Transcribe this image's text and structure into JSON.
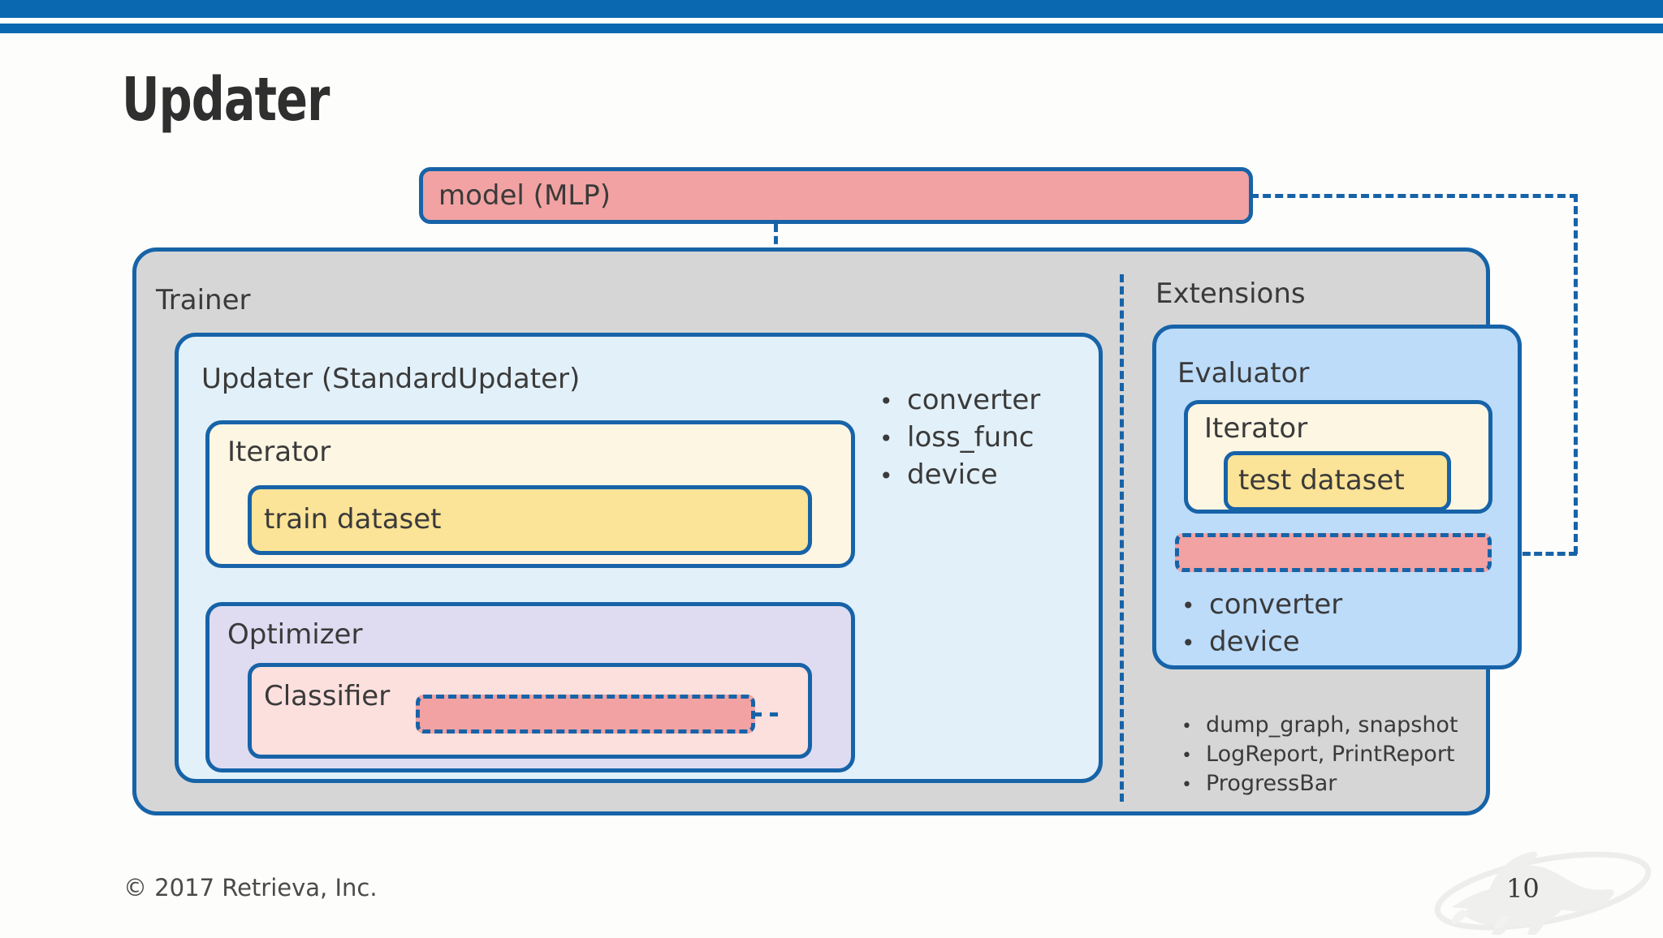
{
  "slide": {
    "title": "Updater",
    "page_number": "10",
    "copyright": "© 2017 Retrieva, Inc."
  },
  "colors": {
    "accent_blue": "#1763a8",
    "topbar_blue": "#0a68b0",
    "model_pink": "#f2a2a2",
    "trainer_grey": "#d6d6d6",
    "updater_blue": "#e2f0f9",
    "iterator_ivory": "#fdf6e3",
    "dataset_yellow": "#fbe397",
    "optimizer_lavender": "#dfdcf2",
    "classifier_pink": "#fbe0de",
    "evaluator_blue": "#bcdcfa",
    "text_grey": "#3a3a3a"
  },
  "diagram": {
    "model": {
      "label": "model (MLP)"
    },
    "trainer": {
      "label": "Trainer",
      "updater": {
        "label": "Updater (StandardUpdater)",
        "iterator": {
          "label": "Iterator",
          "dataset": {
            "label": "train dataset"
          }
        },
        "optimizer": {
          "label": "Optimizer",
          "classifier": {
            "label": "Classifier",
            "model_ref": {
              "label": ""
            }
          }
        },
        "attributes": [
          "converter",
          "loss_func",
          "device"
        ]
      }
    },
    "extensions": {
      "label": "Extensions",
      "evaluator": {
        "label": "Evaluator",
        "iterator": {
          "label": "Iterator",
          "dataset": {
            "label": "test dataset"
          }
        },
        "model_ref": {
          "label": ""
        },
        "attributes": [
          "converter",
          "device"
        ]
      },
      "items": [
        "dump_graph, snapshot",
        "LogReport, PrintReport",
        "ProgressBar"
      ]
    }
  },
  "bullet_glyph": "•"
}
